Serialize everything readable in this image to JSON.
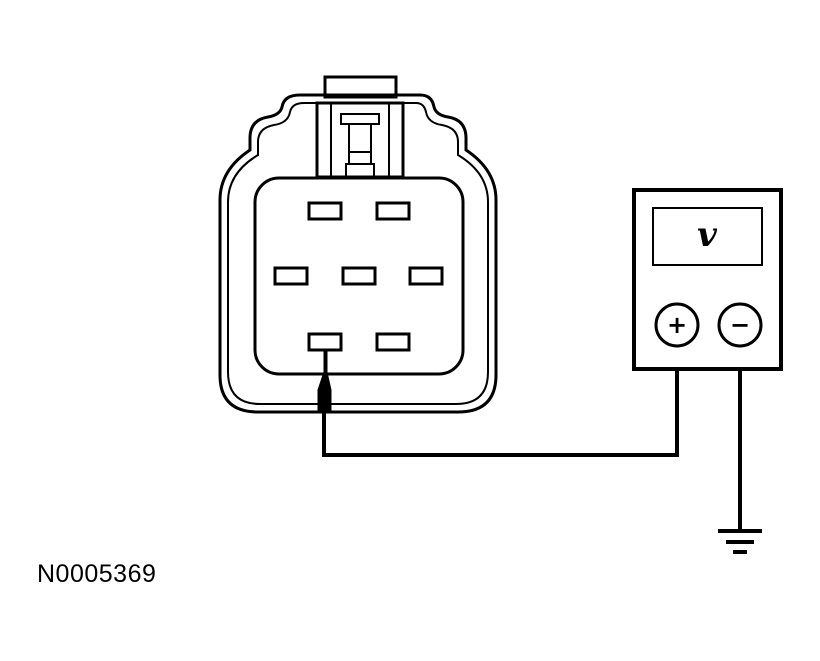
{
  "figure": {
    "id": "N0005369"
  },
  "meter": {
    "display_symbol": "v",
    "positive_label": "+",
    "negative_label": "−"
  },
  "connector": {
    "pin_rows": [
      2,
      3,
      2
    ],
    "probed_pin": "row-3-pin-1"
  },
  "colors": {
    "line": "#000000",
    "background": "#ffffff"
  }
}
